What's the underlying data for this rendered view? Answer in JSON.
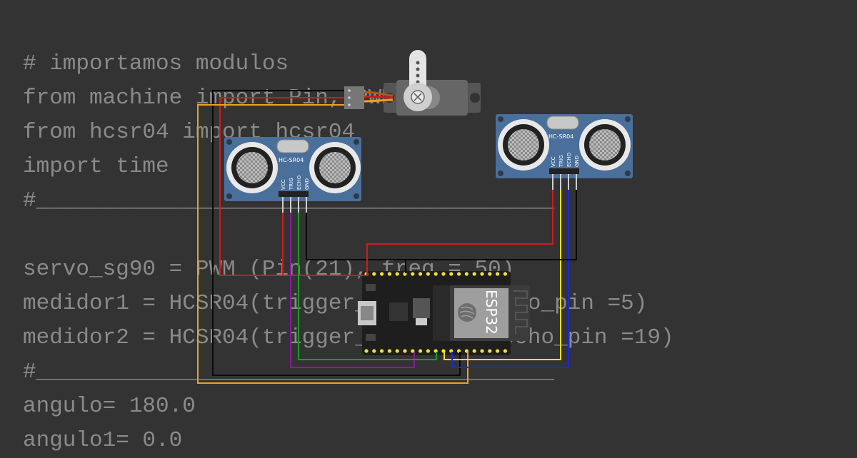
{
  "code_lines": [
    "# importamos modulos",
    "from machine import Pin, PWM",
    "from hcsr04 import hcsr04",
    "import time",
    "#_______________________________________",
    "",
    "servo_sg90 = PWM (Pin(21), freq = 50)",
    "medidor1 = HCSR04(trigger_pin = 4, echo_pin =5)",
    "medidor2 = HCSR04(trigger_pin = 18, echo_pin =19)",
    "#_______________________________________",
    "angulo= 180.0",
    "angulo1= 0.0"
  ],
  "components": {
    "sensor1": {
      "label": "HC-SR04",
      "pins": [
        "VCC",
        "TRIG",
        "ECHO",
        "GND"
      ]
    },
    "sensor2": {
      "label": "HC-SR04",
      "pins": [
        "VCC",
        "TRIG",
        "ECHO",
        "GND"
      ]
    },
    "esp32": {
      "label": "ESP32"
    },
    "servo": {
      "label": ""
    }
  },
  "wire_colors": {
    "red": "#d11a1a",
    "black": "#0a0a0a",
    "orange": "#f0a020",
    "purple": "#8a1a9a",
    "green": "#1a9a2a",
    "yellow": "#f0e020",
    "blue": "#1a2ad0"
  }
}
